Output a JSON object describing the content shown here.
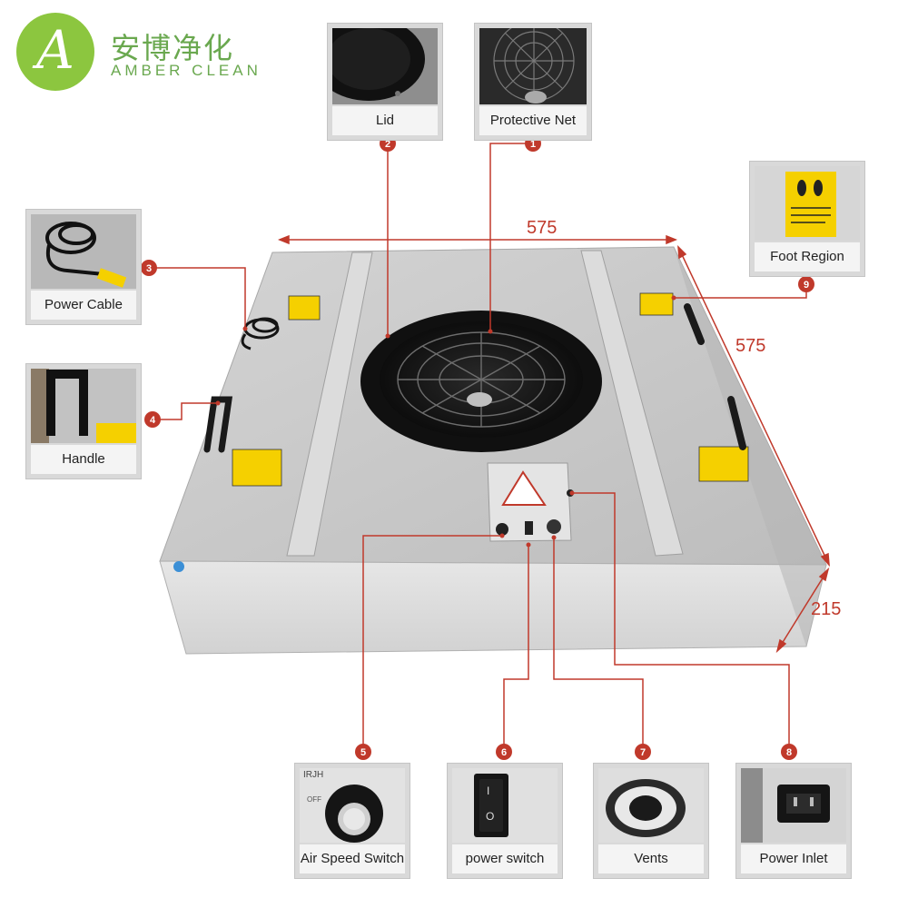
{
  "brand": {
    "cn_name": "安博净化",
    "en_name": "AMBER CLEAN",
    "logo_letter": "A"
  },
  "dimensions": {
    "width": "575",
    "depth": "575",
    "height": "215"
  },
  "callouts": [
    {
      "number": "1",
      "label": "Protective Net"
    },
    {
      "number": "2",
      "label": "Lid"
    },
    {
      "number": "3",
      "label": "Power Cable"
    },
    {
      "number": "4",
      "label": "Handle"
    },
    {
      "number": "5",
      "label": "Air Speed Switch"
    },
    {
      "number": "6",
      "label": "power switch"
    },
    {
      "number": "7",
      "label": "Vents"
    },
    {
      "number": "8",
      "label": "Power Inlet"
    },
    {
      "number": "9",
      "label": "Foot Region"
    }
  ],
  "photo_text": {
    "speed_switch_brand": "IRJH",
    "speed_switch_off": "OFF",
    "power_switch_on": "I",
    "power_switch_off": "O"
  },
  "colors": {
    "accent_red": "#c0392b",
    "logo_green": "#8cc63f",
    "unit_grey": "#c8c8c8",
    "warning_yellow": "#f5d000"
  }
}
